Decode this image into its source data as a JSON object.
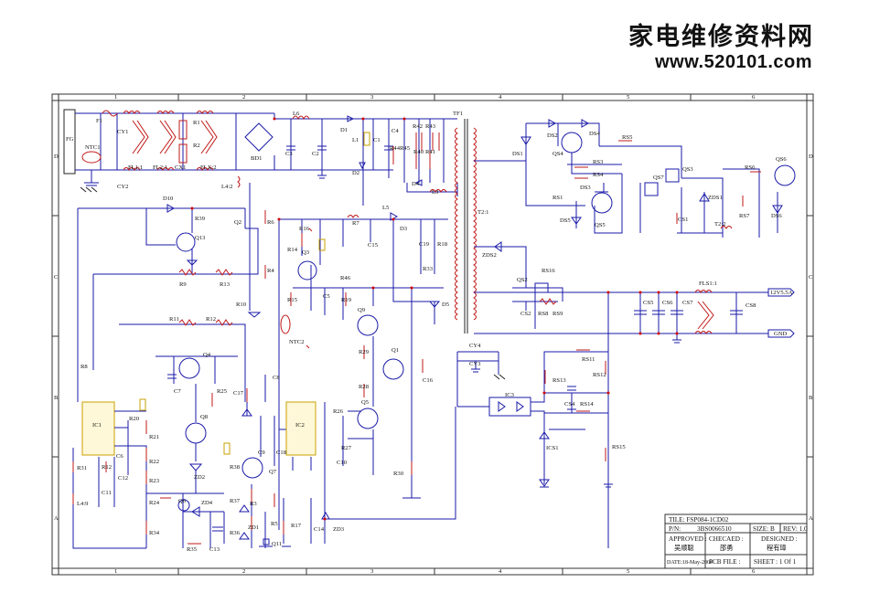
{
  "watermark": {
    "chinese": "家电维修资料网",
    "url": "www.520101.com"
  },
  "border": {
    "columns": [
      "1",
      "2",
      "3",
      "4",
      "5",
      "6"
    ],
    "rows": [
      "D",
      "C",
      "B",
      "A"
    ]
  },
  "components": {
    "FG": "FG",
    "F1": "F1",
    "NTC1": "NTC1",
    "CY1": "CY1",
    "CY2": "CY2",
    "FL1": "FL1:1",
    "FL2": "FL2:1",
    "CX1": "CX1",
    "R1": "R1",
    "R2": "R2",
    "FLX2": "FLX:2",
    "BD1": "BD1",
    "L6": "L6",
    "C3": "C3",
    "C2": "C2",
    "D1": "D1",
    "L1": "L1",
    "C1": "C1",
    "C4": "C4",
    "D2": "D2",
    "R42": "R42",
    "R43": "R43",
    "R44": "R44",
    "R45": "R45",
    "R40": "R40",
    "R41": "R41",
    "D4": "D4",
    "L3": "L3",
    "TF1": "TF1",
    "T21": "T2:1",
    "D10": "D10",
    "R39": "R39",
    "Q13": "Q13",
    "L42": "L4:2",
    "Q2": "Q2",
    "R6": "R6",
    "R4": "R4",
    "R9": "R9",
    "R13": "R13",
    "R10": "R10",
    "R11": "R11",
    "R12": "R12",
    "R8": "R8",
    "R16": "R16",
    "R14": "R14",
    "Q3": "Q3",
    "R15": "R15",
    "NTC2": "NTC2",
    "R7": "R7",
    "C15": "C15",
    "L5": "L5",
    "D3": "D3",
    "C19": "C19",
    "R18": "R18",
    "R33": "R33",
    "D5": "D5",
    "R46": "R46",
    "C5": "C5",
    "R19": "R19",
    "Q9": "Q9",
    "R29": "R29",
    "Q1": "Q1",
    "C16": "C16",
    "R28": "R28",
    "Q5": "Q5",
    "R26": "R26",
    "R27": "R27",
    "C10": "C10",
    "R30": "R30",
    "IC2": "IC2",
    "C8": "C8",
    "C9": "C9",
    "C18": "C18",
    "Q7": "Q7",
    "R38": "R38",
    "R3": "R3",
    "R37": "R37",
    "ZD1": "ZD1",
    "R36": "R36",
    "R5": "R5",
    "Q11": "Q11",
    "R17": "R17",
    "C14": "C14",
    "ZD3": "ZD3",
    "C17": "C17",
    "IC1": "IC1",
    "Q4": "Q4",
    "C7": "C7",
    "R25": "R25",
    "Q8": "Q8",
    "ZD2": "ZD2",
    "R20": "R20",
    "R21": "R21",
    "R22": "R22",
    "R23": "R23",
    "R24": "R24",
    "R34": "R34",
    "R35": "R35",
    "Q6": "Q6",
    "ZD4": "ZD4",
    "C13": "C13",
    "C6": "C6",
    "R31": "R31",
    "L49": "L4:9",
    "C11": "C11",
    "C12": "C12",
    "CR12": "R12",
    "DS1": "DS1",
    "DS2": "DS2",
    "QS4": "QS4",
    "DS4": "DS4",
    "RS5": "RS5",
    "RS3": "RS3",
    "RS4": "RS4",
    "DS3": "DS3",
    "RS1": "RS1",
    "DS5": "DS5",
    "QS5": "QS5",
    "QS7": "QS7",
    "QS3": "QS3",
    "ZDS1": "ZDS1",
    "CS1": "CS1",
    "RS6": "RS6",
    "QS6": "QS6",
    "RS7": "RS7",
    "DS6": "DS6",
    "T22": "T2:2",
    "ZDS2": "ZDS2",
    "QS2": "QS2",
    "RS16": "RS16",
    "CS2": "CS2",
    "RS8": "RS8",
    "RS9": "RS9",
    "FLS1": "FLS1:1",
    "CS5": "CS5",
    "CS6": "CS6",
    "CS7": "CS7",
    "CS8": "CS8",
    "CY4": "CY4",
    "CY3": "CY3",
    "IC3": "IC3",
    "RS11": "RS11",
    "RS13": "RS13",
    "CS4": "CS4",
    "RS12": "RS12",
    "RS14": "RS14",
    "ICS1": "ICS1",
    "RS15": "RS15"
  },
  "outputs": {
    "v12": "12V5.5A",
    "gnd": "GND"
  },
  "title_block": {
    "title": "TILE: FSP084-1CD02",
    "pn_label": "P/N:",
    "pn_value": "3BS0066510",
    "size": "SIZE: B",
    "rev": "REV: 1.0",
    "approved_label": "APPROVED :",
    "approved_value": "吴顺聪",
    "checked_label": "CHECAED :",
    "checked_value": "邵勇",
    "designed_label": "DESIGNED :",
    "designed_value": "程有璋",
    "date": "DATE:18-May-2004",
    "pcb": "PCB FILE :",
    "sheet": "SHEET : 1 Of 1"
  }
}
